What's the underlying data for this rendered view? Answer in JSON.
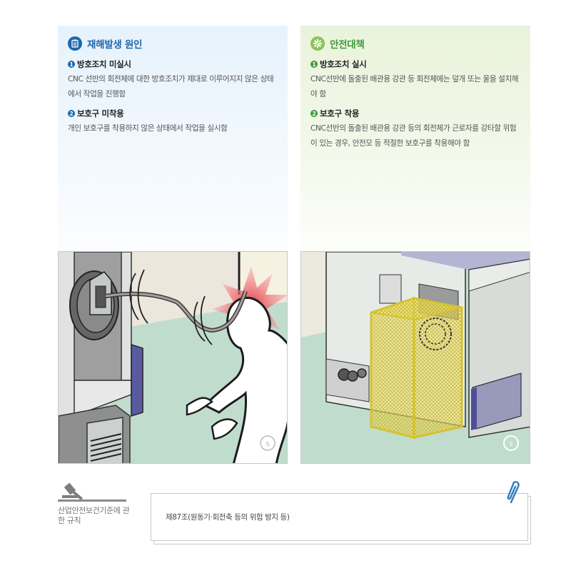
{
  "cause": {
    "title": "재해발생 원인",
    "icon": "clipboard-icon",
    "accent": "#1e67ac",
    "items": [
      {
        "num": "1",
        "title": "방호조치 미실시",
        "body": "CNC 선반의 회전체에 대한 방호조치가 제대로 이루어지지 않은 상태에서 작업을 진행함"
      },
      {
        "num": "2",
        "title": "보호구 미착용",
        "body": "개인 보호구를 착용하지 않은 상태에서 작업을 실시함"
      }
    ]
  },
  "measure": {
    "title": "안전대책",
    "icon": "gear-icon",
    "accent": "#3e9a3a",
    "items": [
      {
        "num": "1",
        "title": "방호조치 실시",
        "body": "CNC선반에 돌출된 배관용 강관 등 회전체에는 덮개 또는 울을 설치해야 함"
      },
      {
        "num": "2",
        "title": "보호구 착용",
        "body": "CNC선반의 돌출된 배관용 강관 등의 회전체가 근로자를 강타할 위험이 있는 경우, 안전모 등 적절한 보호구를 착용해야 함"
      }
    ]
  },
  "illustrations": {
    "left": "accident-illustration-pipe-strikes-worker",
    "right": "safety-guard-illustration-mesh-enclosure"
  },
  "law": {
    "icon": "gavel-icon",
    "label": "산업안전보건기준에 관한 규칙",
    "article": "제87조(원동기·회전축 등의 위험 방지 등)",
    "clip_icon": "paperclip-icon",
    "clip_color": "#2e7bbd"
  }
}
